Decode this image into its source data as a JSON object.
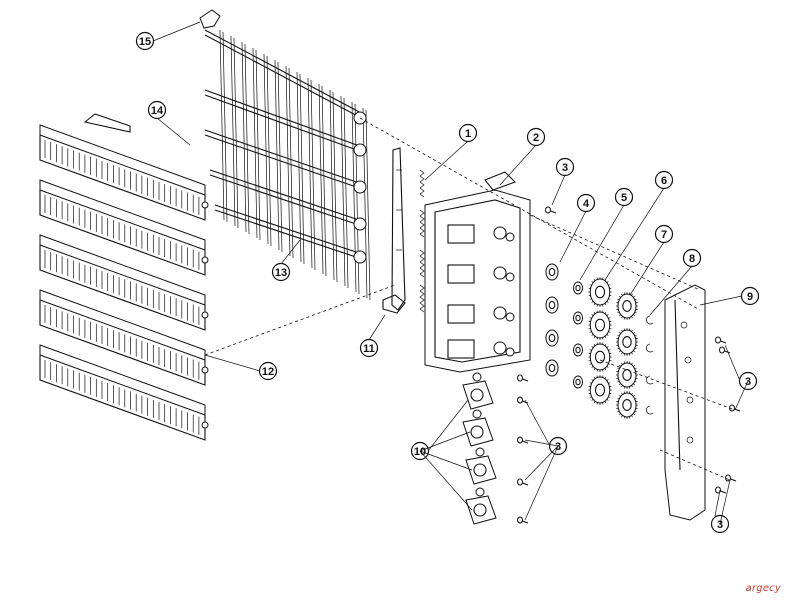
{
  "callouts": [
    {
      "label": "1"
    },
    {
      "label": "2"
    },
    {
      "label": "3"
    },
    {
      "label": "4"
    },
    {
      "label": "5"
    },
    {
      "label": "6"
    },
    {
      "label": "7"
    },
    {
      "label": "8"
    },
    {
      "label": "9"
    },
    {
      "label": "3"
    },
    {
      "label": "3"
    },
    {
      "label": "3"
    },
    {
      "label": "10"
    },
    {
      "label": "11"
    },
    {
      "label": "12"
    },
    {
      "label": "13"
    },
    {
      "label": "14"
    },
    {
      "label": "15"
    }
  ],
  "watermark": "argecy"
}
